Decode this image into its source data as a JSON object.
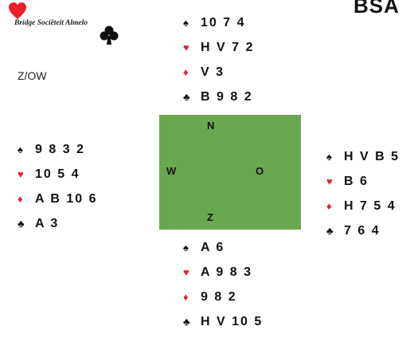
{
  "logo": {
    "text": "Bridge Sociëteit Almelo",
    "heart_color": "#e8202a",
    "club_color": "#111111"
  },
  "corner_label": "BSA",
  "dealer_vulnerability": "Z/OW",
  "table": {
    "color": "#6aa84f",
    "north": "N",
    "west": "W",
    "east": "O",
    "south": "Z"
  },
  "hands": {
    "north": {
      "spades": "10 7 4",
      "hearts": "H V 7 2",
      "diamonds": "V 3",
      "clubs": "B 9 8 2"
    },
    "west": {
      "spades": "9 8 3 2",
      "hearts": "10 5 4",
      "diamonds": "A B 10 6",
      "clubs": "A 3"
    },
    "east": {
      "spades": "H V B 5",
      "hearts": "B 6",
      "diamonds": "H 7 5 4",
      "clubs": "7 6 4"
    },
    "south": {
      "spades": "A 6",
      "hearts": "A 9 8 3",
      "diamonds": "9 8 2",
      "clubs": "H V 10 5"
    }
  },
  "symbols": {
    "spade": "♠",
    "heart": "♥",
    "diamond": "♦",
    "club": "♣"
  }
}
